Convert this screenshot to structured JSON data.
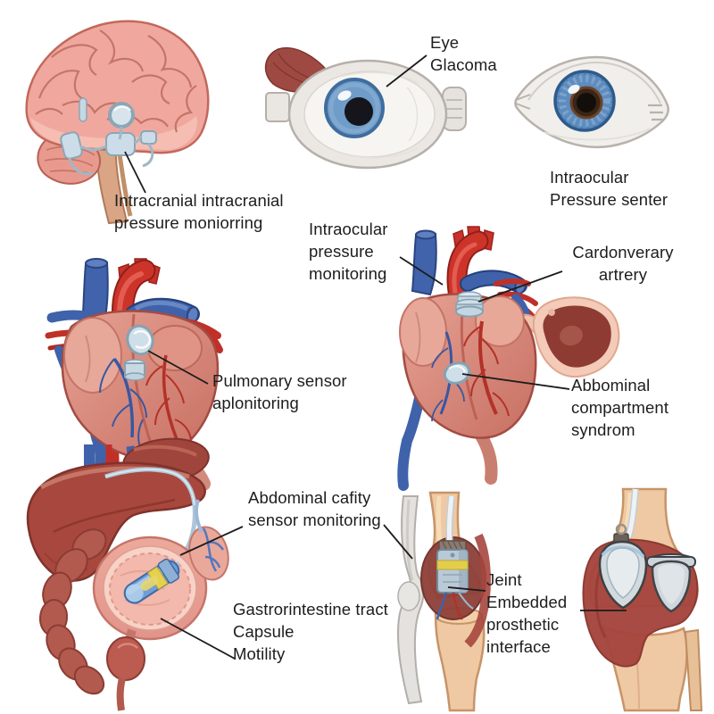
{
  "canvas": {
    "background": "#ffffff"
  },
  "labels": {
    "intracranial": {
      "text": "Intracranial intracranial\npressure moniorring"
    },
    "eye_glaucoma": {
      "text": "Eye\nGlacoma"
    },
    "intraocular_sensor": {
      "text": "Intraocular\nPressure senter"
    },
    "intraocular_monitoring": {
      "text": "Intraocular\npressure\nmonitoring"
    },
    "coronary_artery": {
      "text": "Cardonverary\nartrery"
    },
    "pulmonary_sensor": {
      "text": "Pulmonary sensor\naplonitoring"
    },
    "abdominal_compartment": {
      "text": "Abbominal\ncompartment\nsyndrom"
    },
    "abdominal_cavity": {
      "text": "Abdominal cafity\nsensor monitoring"
    },
    "gastrointestinal": {
      "text": "Gastrorintestine tract\nCapsule\nMotility"
    },
    "joint_prosthetic": {
      "text": "Jeint\nEmbedded\nprosthetic\ninterface"
    }
  },
  "illustrations": [
    {
      "name": "brain-illustration",
      "subject": "brain with intracranial pressure sensor"
    },
    {
      "name": "eye-side-illustration",
      "subject": "eye cross-section with eye muscle"
    },
    {
      "name": "eye-front-illustration",
      "subject": "eye front view"
    },
    {
      "name": "heart-left-illustration",
      "subject": "heart with pulmonary sensor implants"
    },
    {
      "name": "heart-right-illustration",
      "subject": "heart with coronary sensor"
    },
    {
      "name": "tissue-cross-section-illustration",
      "subject": "tissue cross-section"
    },
    {
      "name": "abdomen-illustration",
      "subject": "abdominal organs with capsule sensor"
    },
    {
      "name": "knee-side-illustration",
      "subject": "knee joint with embedded sensor"
    },
    {
      "name": "knee-front-illustration",
      "subject": "knee joint with prosthetic implants"
    }
  ],
  "colors": {
    "label_text": "#1d1d1d",
    "leader_line": "#1c1c1c",
    "brain_pink": "#f0a89e",
    "artery_red": "#cd3429",
    "vein_blue": "#3f62aa",
    "heart_pink": "#d98b7d",
    "sensor_blue_gray": "#c8d9e4",
    "capsule_blue": "#6f9ed6",
    "capsule_band_yellow": "#e6d14e",
    "bone_tan": "#eec9a4",
    "bone_white": "#e4e2de",
    "tissue_dark_red": "#a6463e",
    "iris_blue": "#5e8cbe",
    "organ_maroon": "#a8473d"
  }
}
